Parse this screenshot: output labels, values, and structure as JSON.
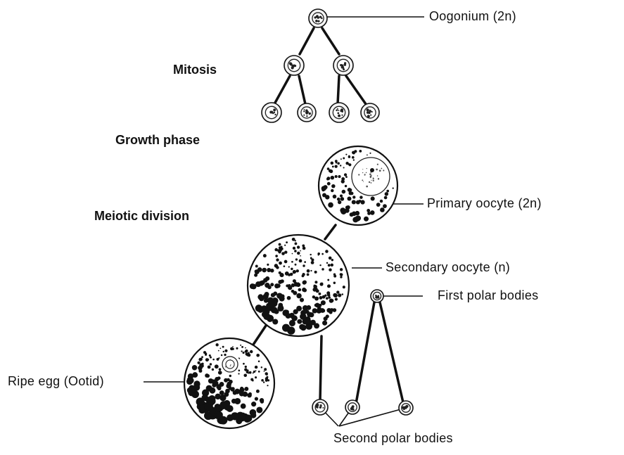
{
  "stages": {
    "mitosis": "Mitosis",
    "growth": "Growth phase",
    "meiotic": "Meiotic division"
  },
  "labels": {
    "oogonium": "Oogonium (2n)",
    "primary": "Primary oocyte (2n)",
    "secondary": "Secondary oocyte (n)",
    "first_polar": "First polar bodies",
    "ripe_egg": "Ripe egg (Ootid)",
    "second_polar": "Second polar bodies"
  }
}
